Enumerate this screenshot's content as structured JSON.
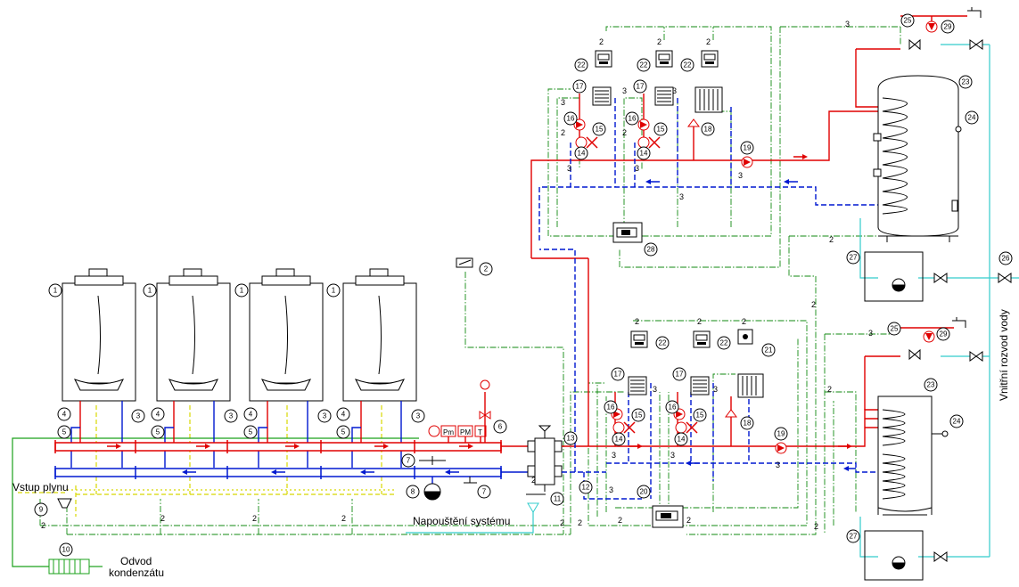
{
  "labels": {
    "gas_inlet": "Vstup plynu",
    "condensate": "Odvod\nkondenzátu",
    "filling": "Napouštění systému",
    "domestic_water": "Vnitřní rozvod vody",
    "pm1": "Pm",
    "pm2": "PM",
    "t": "T"
  },
  "wire_tag": "2",
  "wire_tag3": "3",
  "colors": {
    "hot": "#e00000",
    "cold": "#0018d0",
    "control": "#118a11",
    "gas": "#d8d800",
    "water": "#33cccc"
  },
  "tags": {
    "boiler": "1",
    "sensor_out": "2",
    "valve_black": "3",
    "valve_gas": "4",
    "valve5": "5",
    "relief": "6",
    "expansion_hole": "7",
    "expansion": "8",
    "gas_filter": "9",
    "neutralizer": "10",
    "hydraulic_sep": "11",
    "valve12": "12",
    "sensor13": "13",
    "mixer14": "14",
    "pump15": "15",
    "valve16": "16",
    "heat17": "17",
    "radiator18": "18",
    "pump19": "19",
    "controller20": "20",
    "sensor21": "21",
    "thermostat22": "22",
    "tank23": "23",
    "sensor24": "24",
    "mixvalve25": "25",
    "valve26": "26",
    "safety27": "27",
    "regulator28": "28",
    "pump29": "29"
  }
}
